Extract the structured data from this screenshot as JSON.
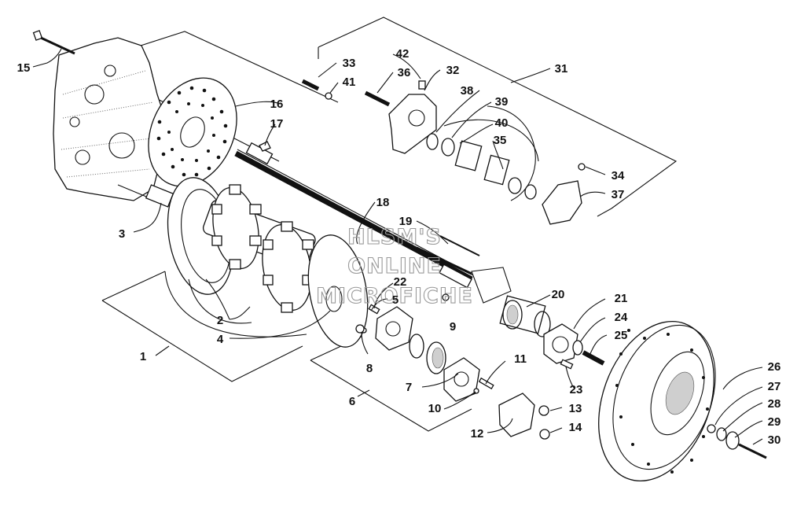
{
  "watermark": [
    "HLSM'S",
    "ONLINE",
    "MICROFICHE"
  ],
  "parts": [
    {
      "id": "p1",
      "label": "1"
    },
    {
      "id": "p2",
      "label": "2"
    },
    {
      "id": "p3",
      "label": "3"
    },
    {
      "id": "p4",
      "label": "4"
    },
    {
      "id": "p5",
      "label": "5"
    },
    {
      "id": "p6",
      "label": "6"
    },
    {
      "id": "p7",
      "label": "7"
    },
    {
      "id": "p8",
      "label": "8"
    },
    {
      "id": "p9",
      "label": "9"
    },
    {
      "id": "p10",
      "label": "10"
    },
    {
      "id": "p11",
      "label": "11"
    },
    {
      "id": "p12",
      "label": "12"
    },
    {
      "id": "p13",
      "label": "13"
    },
    {
      "id": "p14",
      "label": "14"
    },
    {
      "id": "p15",
      "label": "15"
    },
    {
      "id": "p16",
      "label": "16"
    },
    {
      "id": "p17",
      "label": "17"
    },
    {
      "id": "p18",
      "label": "18"
    },
    {
      "id": "p19",
      "label": "19"
    },
    {
      "id": "p20",
      "label": "20"
    },
    {
      "id": "p21",
      "label": "21"
    },
    {
      "id": "p22",
      "label": "22"
    },
    {
      "id": "p23",
      "label": "23"
    },
    {
      "id": "p24",
      "label": "24"
    },
    {
      "id": "p25",
      "label": "25"
    },
    {
      "id": "p26",
      "label": "26"
    },
    {
      "id": "p27",
      "label": "27"
    },
    {
      "id": "p28",
      "label": "28"
    },
    {
      "id": "p29",
      "label": "29"
    },
    {
      "id": "p30",
      "label": "30"
    },
    {
      "id": "p31",
      "label": "31"
    },
    {
      "id": "p32",
      "label": "32"
    },
    {
      "id": "p33",
      "label": "33"
    },
    {
      "id": "p34",
      "label": "34"
    },
    {
      "id": "p35",
      "label": "35"
    },
    {
      "id": "p36",
      "label": "36"
    },
    {
      "id": "p37",
      "label": "37"
    },
    {
      "id": "p38",
      "label": "38"
    },
    {
      "id": "p39",
      "label": "39"
    },
    {
      "id": "p40",
      "label": "40"
    },
    {
      "id": "p41",
      "label": "41"
    },
    {
      "id": "p42",
      "label": "42"
    }
  ]
}
